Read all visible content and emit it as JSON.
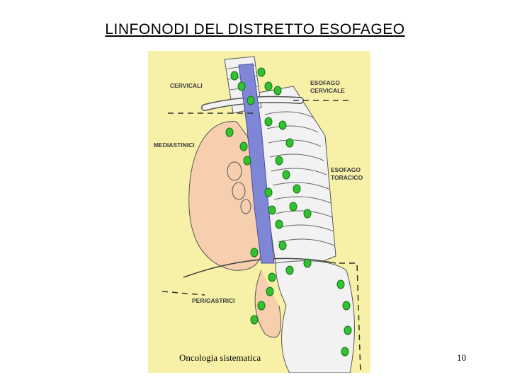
{
  "slide": {
    "title": "LINFONODI  DEL  DISTRETTO  ESOFAGEO",
    "footer": "Oncologia sistematica",
    "page_number": "10"
  },
  "figure": {
    "labels": {
      "cervicali": "CERVICALI",
      "mediastinici": "MEDIASTINICI",
      "perigastrici": "PERIGASTRICI",
      "esofago_cervicale_1": "ESOFAGO",
      "esofago_cervicale_2": "CERVICALE",
      "esofago_toracico_1": "ESOFAGO",
      "esofago_toracico_2": "TORACICO"
    },
    "colors": {
      "background": "#f6f1a6",
      "heart": "#f7cfae",
      "esophagus": "#7f86d6",
      "lymph_node": "#2fc42f",
      "bone": "#f2f2f2"
    }
  }
}
